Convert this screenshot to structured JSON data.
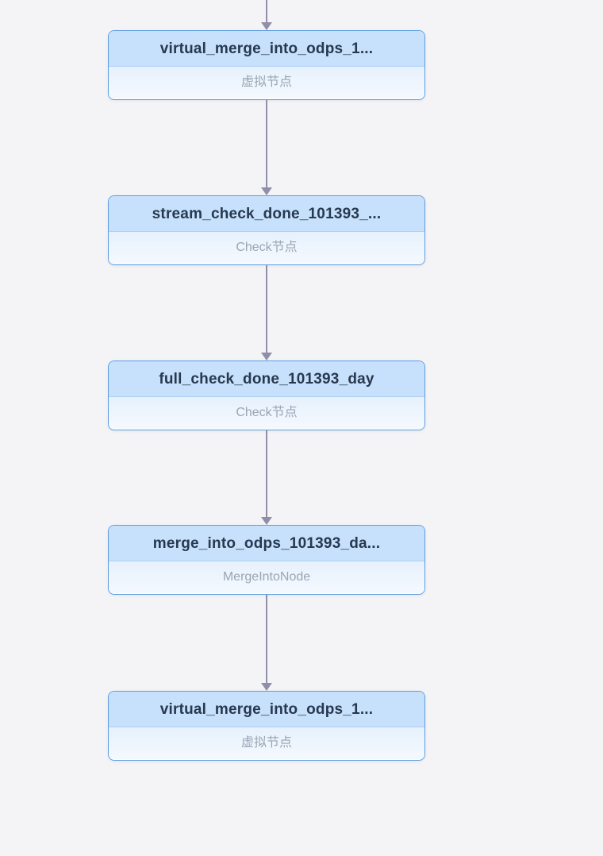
{
  "diagram": {
    "nodes": [
      {
        "title": "virtual_merge_into_odps_1...",
        "type": "虚拟节点"
      },
      {
        "title": "stream_check_done_101393_...",
        "type": "Check节点"
      },
      {
        "title": "full_check_done_101393_day",
        "type": "Check节点"
      },
      {
        "title": "merge_into_odps_101393_da...",
        "type": "MergeIntoNode"
      },
      {
        "title": "virtual_merge_into_odps_1...",
        "type": "虚拟节点"
      }
    ],
    "colors": {
      "node_border": "#5f9ee1",
      "title_background": "#c7e0fb",
      "body_background": "#eef5fd",
      "title_text": "#273950",
      "type_text": "#9aa6b5",
      "edge": "#8f8fab",
      "page_background": "#f4f4f6"
    }
  }
}
